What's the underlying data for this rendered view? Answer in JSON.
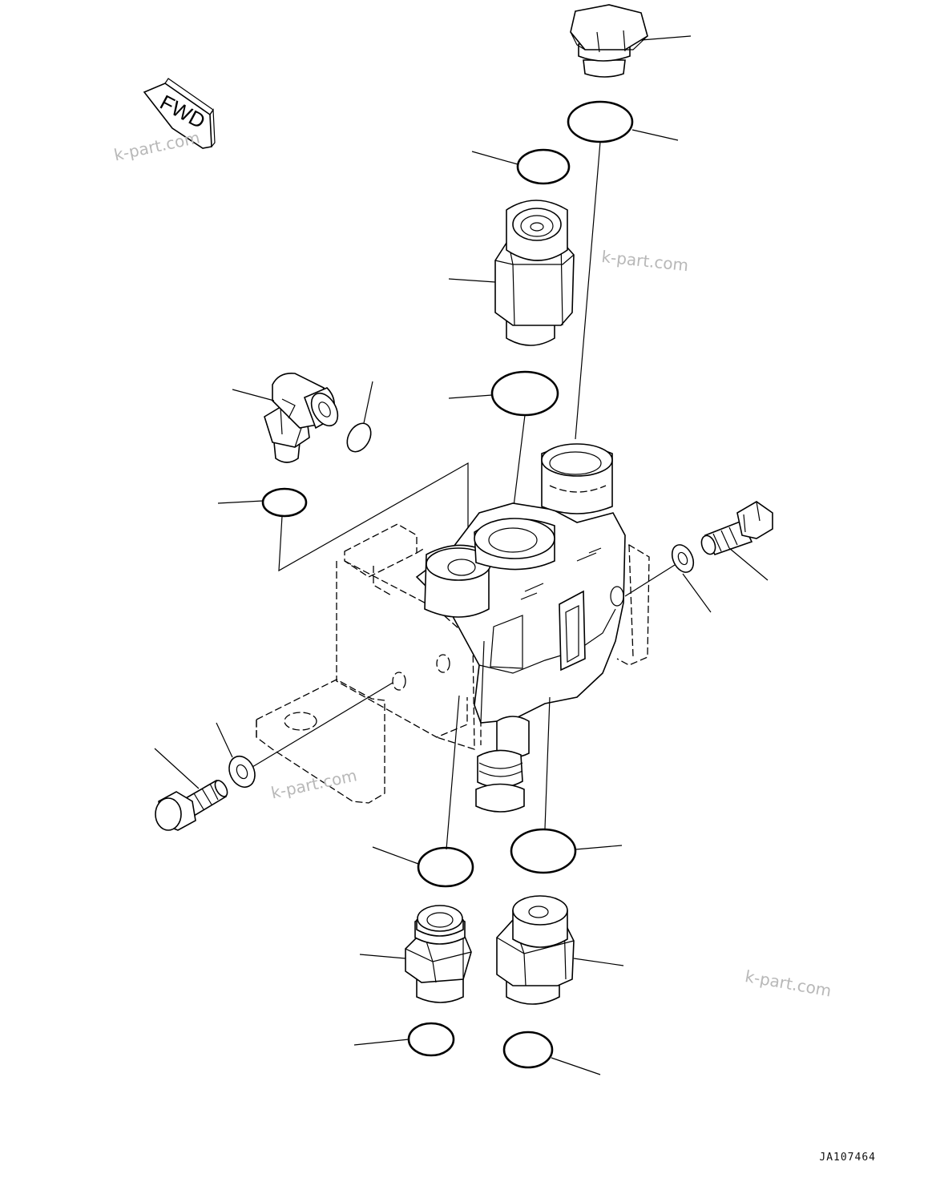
{
  "figure": {
    "code": "JA107464",
    "direction_tag": "FWD"
  },
  "watermarks": [
    {
      "text": "k-part.com"
    },
    {
      "text": "k-part.com"
    },
    {
      "text": "k-part.com"
    },
    {
      "text": "k-part.com"
    }
  ],
  "icons": {
    "direction": "fwd-arrow-icon"
  }
}
